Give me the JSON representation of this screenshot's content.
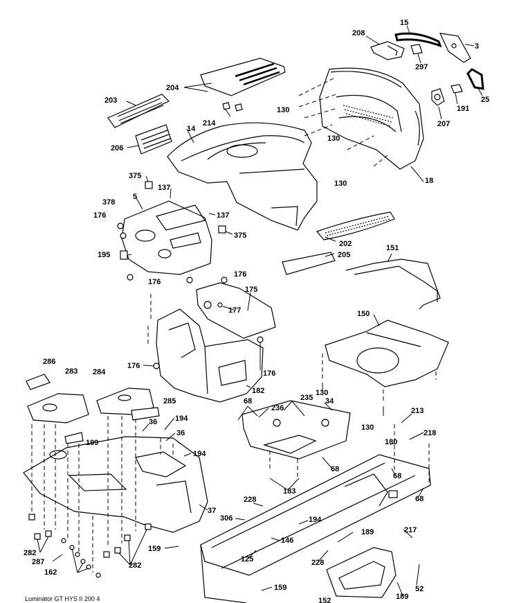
{
  "labels": {
    "p3": "3",
    "p5": "5",
    "p14": "14",
    "p15": "15",
    "p18": "18",
    "p25": "25",
    "p34": "34",
    "p36": "36",
    "p37": "37",
    "p52": "52",
    "p68": "68",
    "p125": "125",
    "p130": "130",
    "p137": "137",
    "p146": "146",
    "p150": "150",
    "p151": "151",
    "p152": "152",
    "p159": "159",
    "p162": "162",
    "p175": "175",
    "p176": "176",
    "p177": "177",
    "p180": "180",
    "p182": "182",
    "p183": "183",
    "p189": "189",
    "p191": "191",
    "p194": "194",
    "p195": "195",
    "p199": "199",
    "p202": "202",
    "p203": "203",
    "p204": "204",
    "p205": "205",
    "p206": "206",
    "p207": "207",
    "p208": "208",
    "p213": "213",
    "p214": "214",
    "p217": "217",
    "p218": "218",
    "p228": "228",
    "p235": "235",
    "p236": "236",
    "p282": "282",
    "p283": "283",
    "p284": "284",
    "p285": "285",
    "p286": "286",
    "p287": "287",
    "p297": "297",
    "p306": "306",
    "p375": "375",
    "p378": "378"
  },
  "footer": {
    "reference": "Luminator GT HYS II 200 4"
  }
}
